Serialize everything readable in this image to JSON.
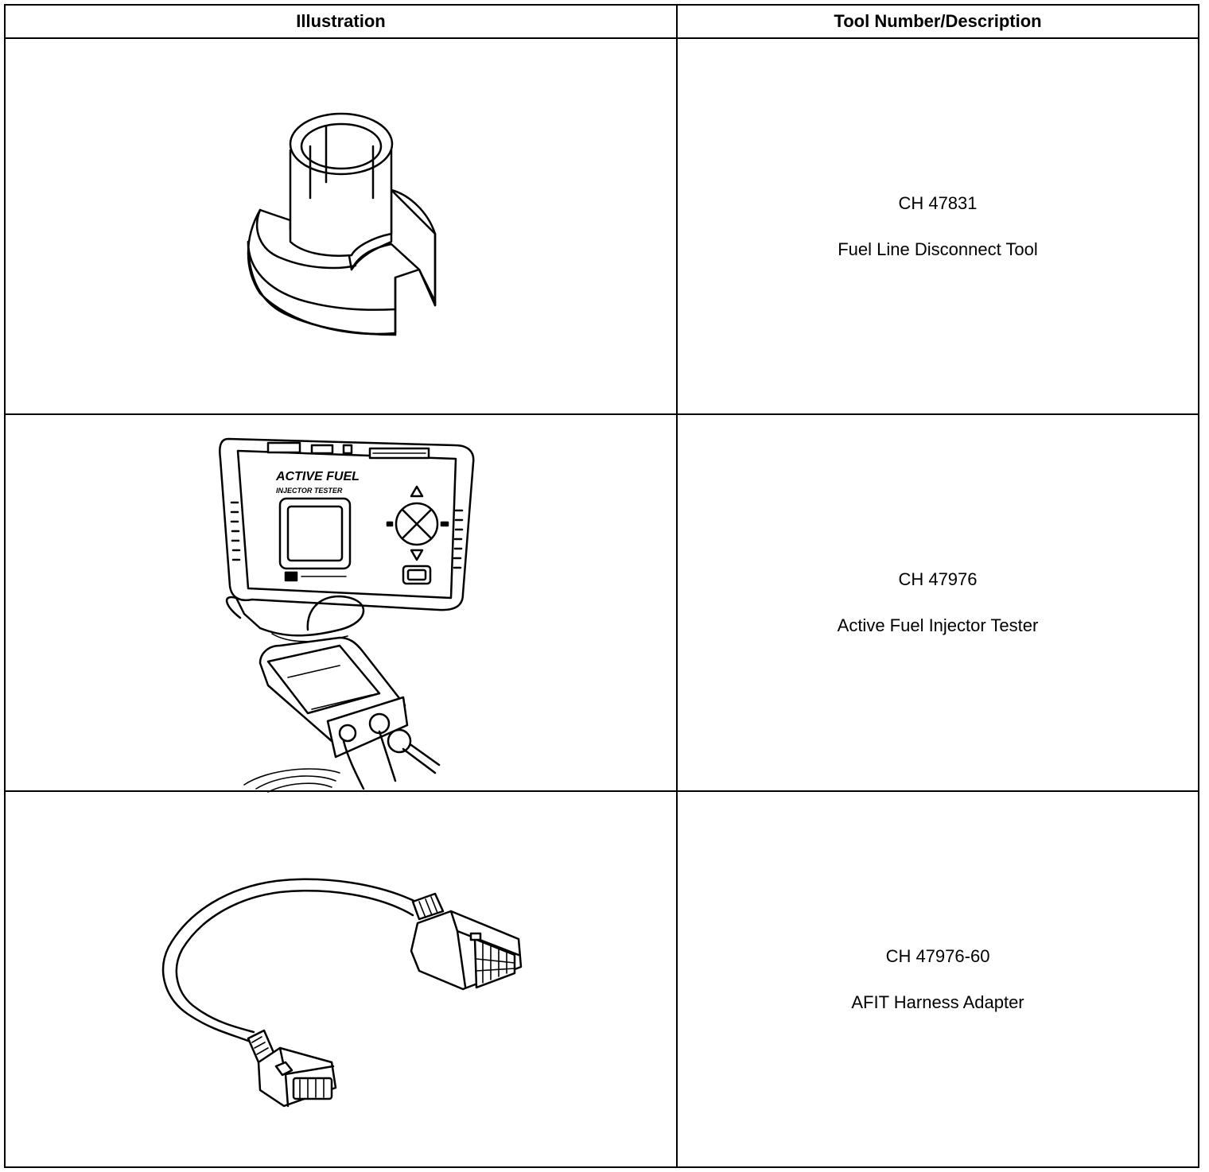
{
  "table": {
    "headers": {
      "illustration": "Illustration",
      "description": "Tool Number/Description"
    },
    "rows": [
      {
        "tool_number": "CH 47831",
        "description": "Fuel Line Disconnect Tool",
        "icon": "fuel-line-disconnect-tool-illustration"
      },
      {
        "tool_number": "CH 47976",
        "description": "Active Fuel Injector Tester",
        "icon": "active-fuel-injector-tester-illustration",
        "device_label_line1": "ACTIVE FUEL",
        "device_label_line2": "INJECTOR TESTER"
      },
      {
        "tool_number": "CH 47976-60",
        "description": "AFIT Harness Adapter",
        "icon": "harness-adapter-illustration"
      }
    ]
  }
}
